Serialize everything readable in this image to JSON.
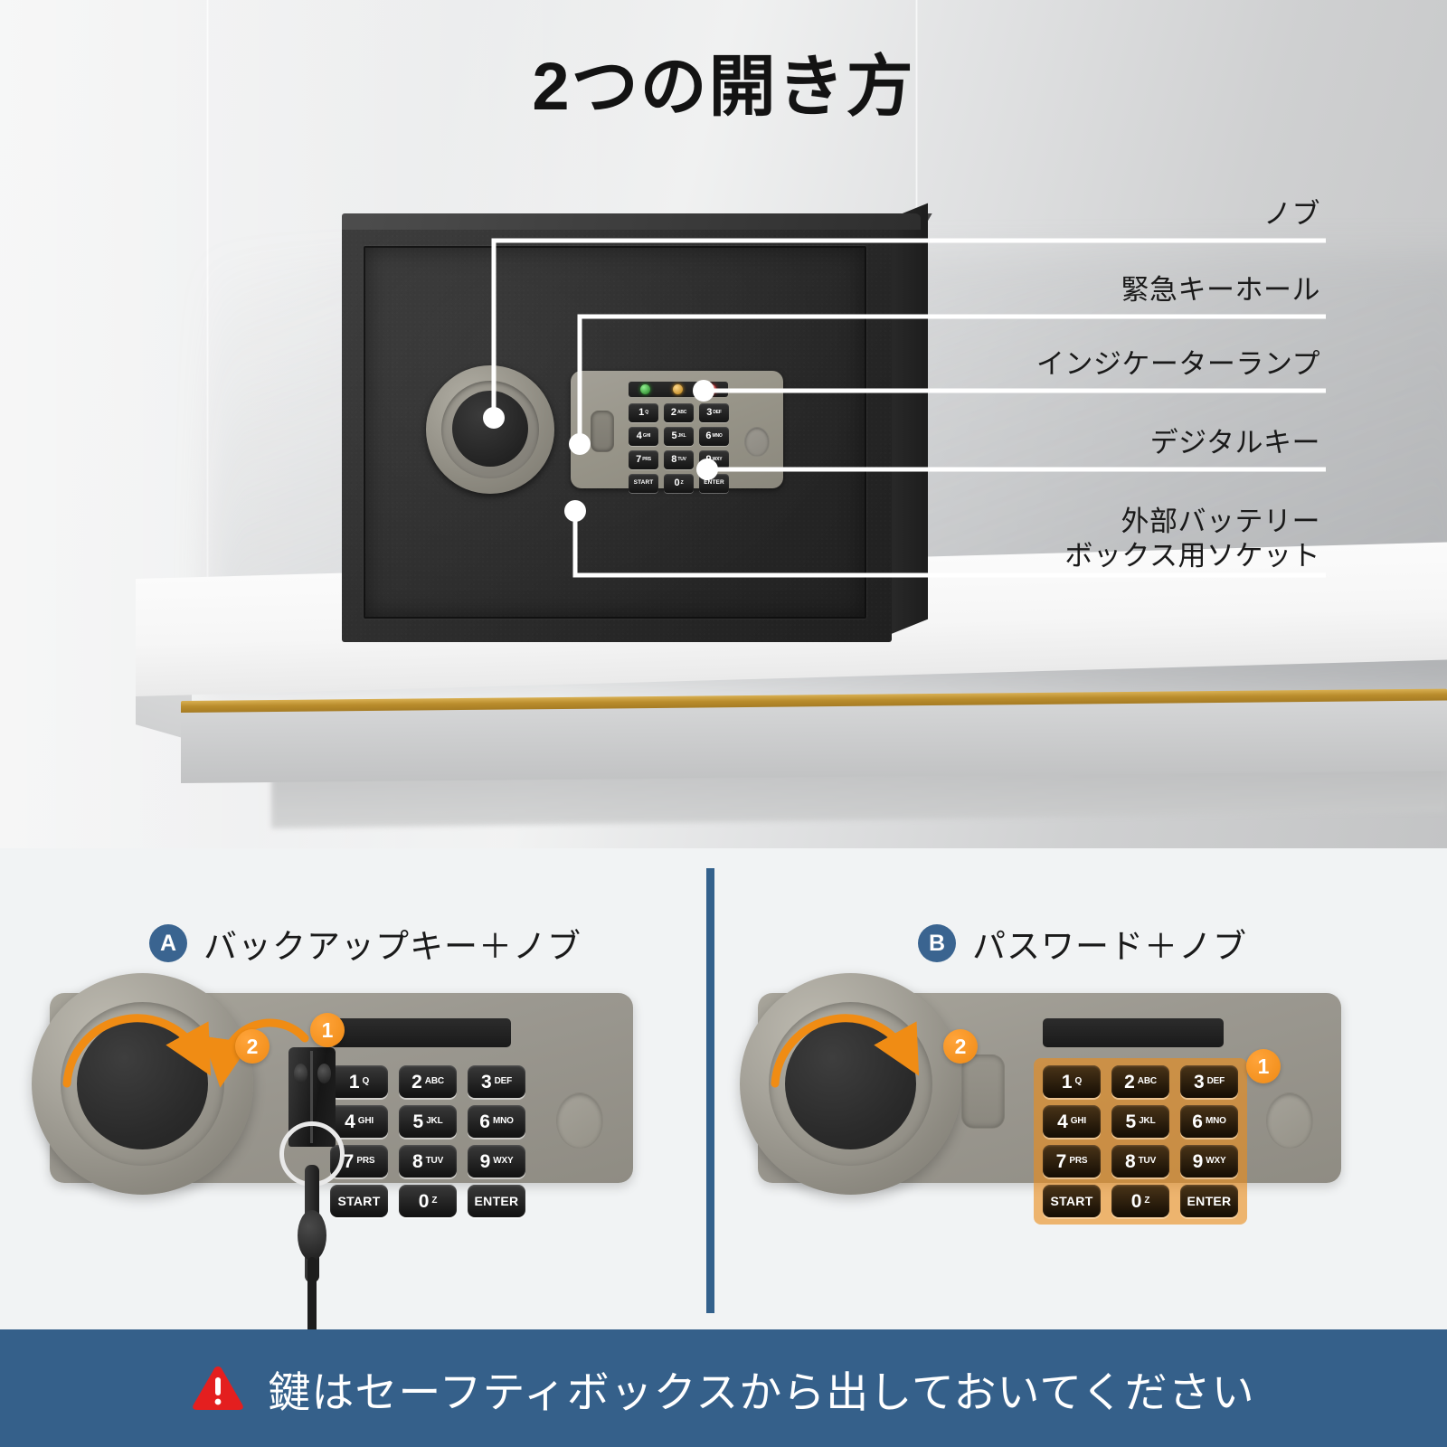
{
  "hero": {
    "title": "2つの開き方",
    "callouts": [
      {
        "label": "ノブ",
        "name": "knob"
      },
      {
        "label": "緊急キーホール",
        "name": "emergency-keyhole"
      },
      {
        "label": "インジケーターランプ",
        "name": "indicator-lamp"
      },
      {
        "label": "デジタルキー",
        "name": "digital-key"
      },
      {
        "label": "外部バッテリー",
        "label2": "ボックス用ソケット",
        "name": "external-battery-socket"
      }
    ],
    "indicator_lamp_colors": [
      "#2ca02c",
      "#e09a1a",
      "#d02020"
    ],
    "safe_color": "#282828",
    "panel_color": "#98958a",
    "table_trim_color": "#b98c2c"
  },
  "keypad": {
    "keys": [
      {
        "digit": "1",
        "letters": "Q"
      },
      {
        "digit": "2",
        "letters": "ABC"
      },
      {
        "digit": "3",
        "letters": "DEF"
      },
      {
        "digit": "4",
        "letters": "GHI"
      },
      {
        "digit": "5",
        "letters": "JKL"
      },
      {
        "digit": "6",
        "letters": "MNO"
      },
      {
        "digit": "7",
        "letters": "PRS"
      },
      {
        "digit": "8",
        "letters": "TUV"
      },
      {
        "digit": "9",
        "letters": "WXY"
      },
      {
        "word": "START"
      },
      {
        "digit": "0",
        "letters": "Z"
      },
      {
        "word": "ENTER"
      }
    ]
  },
  "options": {
    "a": {
      "badge": "A",
      "title": "バックアップキー＋ノブ",
      "steps": [
        {
          "number": "1",
          "target": "emergency-keyhole"
        },
        {
          "number": "2",
          "target": "knob"
        }
      ]
    },
    "b": {
      "badge": "B",
      "title": "パスワード＋ノブ",
      "steps": [
        {
          "number": "1",
          "target": "keypad"
        },
        {
          "number": "2",
          "target": "knob"
        }
      ],
      "highlight_color": "#ea8c1c"
    }
  },
  "warning": {
    "text": "鍵はセーフティボックスから出しておいてください",
    "icon": "warning-triangle-icon",
    "icon_color": "#e41f1f",
    "background_color": "#35608a"
  },
  "theme": {
    "accent_blue": "#3a6490",
    "accent_orange": "#ef8a14",
    "page_background": "#f1f3f4"
  }
}
